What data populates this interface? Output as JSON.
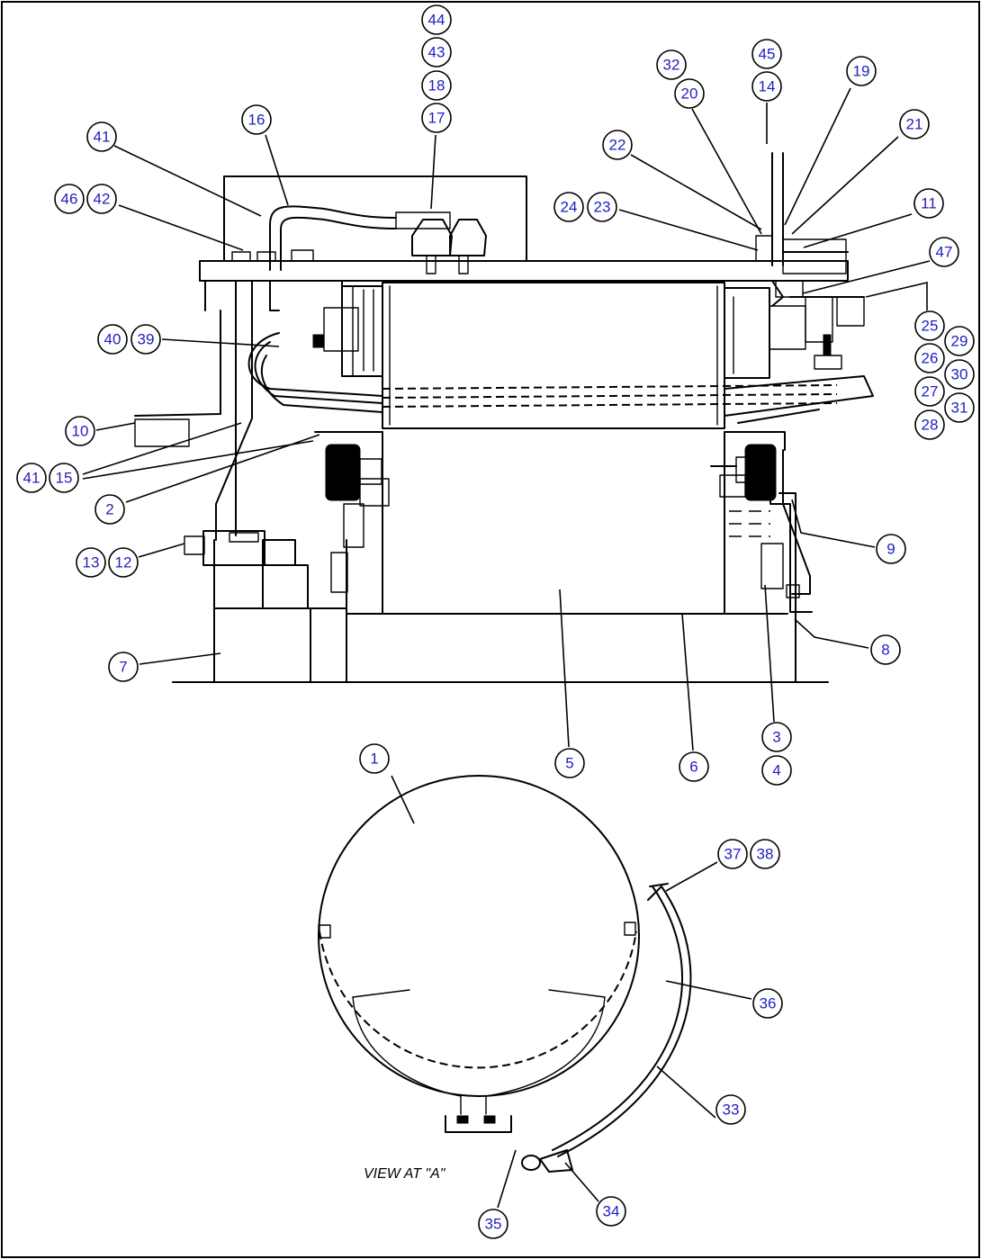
{
  "view_caption": "VIEW AT \"A\"",
  "callouts": [
    "1",
    "2",
    "3",
    "4",
    "5",
    "6",
    "7",
    "8",
    "9",
    "10",
    "11",
    "12",
    "13",
    "14",
    "15",
    "16",
    "17",
    "18",
    "19",
    "20",
    "21",
    "22",
    "23",
    "24",
    "25",
    "26",
    "27",
    "28",
    "29",
    "30",
    "31",
    "32",
    "33",
    "34",
    "35",
    "36",
    "37",
    "38",
    "39",
    "40",
    "41",
    "41",
    "42",
    "43",
    "44",
    "45",
    "46",
    "47"
  ]
}
